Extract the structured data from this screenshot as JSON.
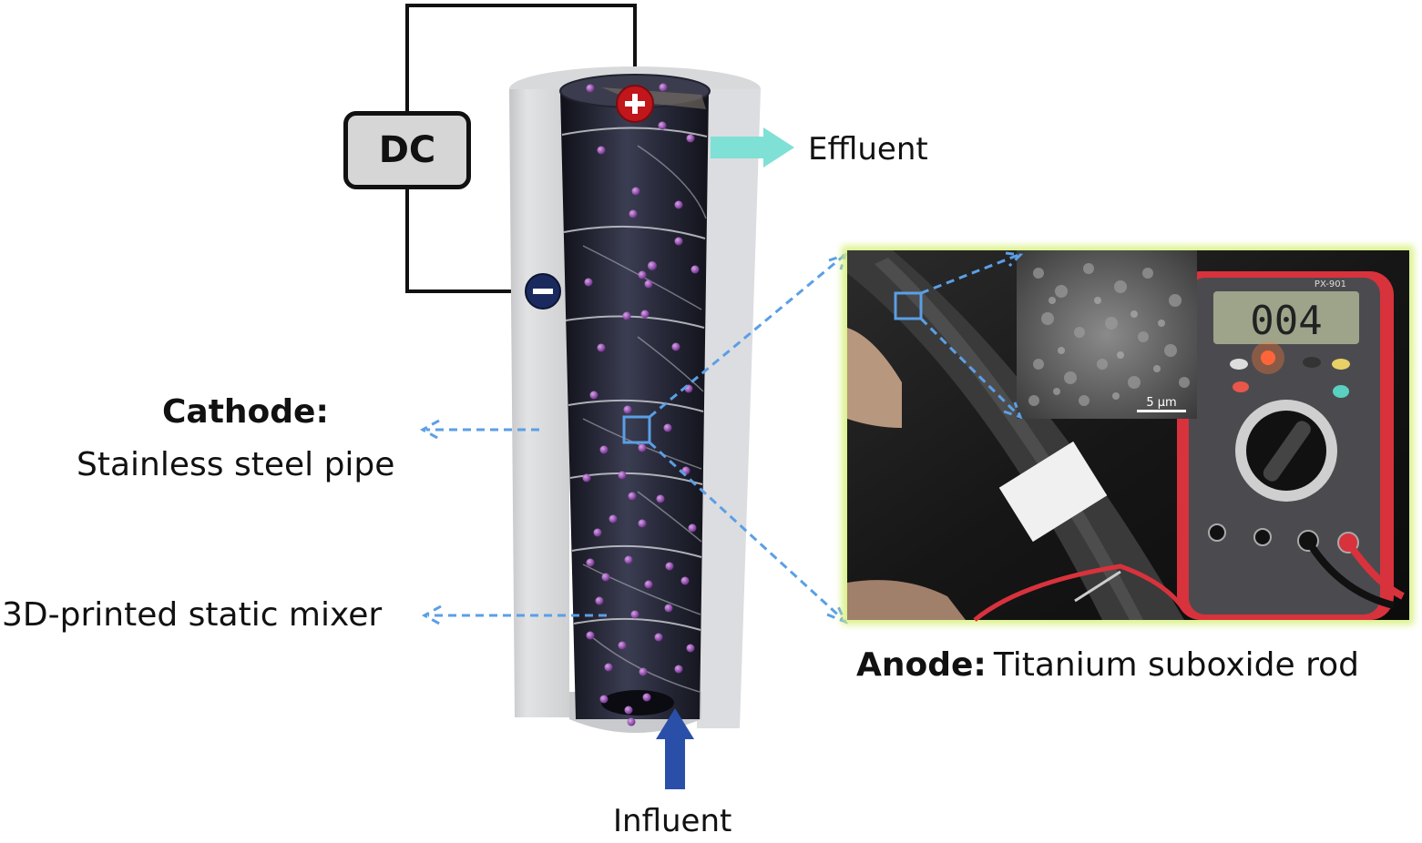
{
  "power_source": {
    "label": "DC"
  },
  "terminals": {
    "positive": "+",
    "negative": "−"
  },
  "flows": {
    "effluent": "Effluent",
    "influent": "Influent"
  },
  "cathode": {
    "title": "Cathode:",
    "description": "Stainless steel pipe"
  },
  "mixer": {
    "label": "3D-printed static mixer"
  },
  "anode": {
    "title": "Anode:",
    "description": "Titanium suboxide rod"
  },
  "sem_inset": {
    "scale_bar": "5 μm"
  },
  "multimeter": {
    "reading": "004",
    "model": "PX-901"
  },
  "colors": {
    "pipe_gray": "#d8d9db",
    "mixer_dark": "#1d1f2a",
    "particle_purple": "#9b4fb8",
    "positive_red": "#c0161c",
    "negative_navy": "#1a2a5e",
    "dashed_arrow_blue": "#5b9fe6",
    "influent_arrow": "#2a4fa8",
    "effluent_arrow": "#7fe0d6",
    "photo_border_glow": "#d6f07a"
  }
}
